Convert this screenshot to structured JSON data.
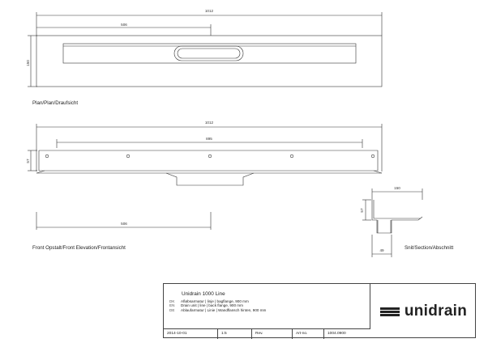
{
  "plan": {
    "dim_total": "1012",
    "dim_half": "506",
    "dim_height": "150",
    "label": "Plan/Plan/Draufsicht"
  },
  "front": {
    "dim_total": "1012",
    "dim_inner": "895",
    "dim_height": "57",
    "dim_half": "506",
    "label": "Front Opstalt/Front Elevation/Frontansicht"
  },
  "section": {
    "dim_width": "150",
    "dim_height": "57",
    "dim_outlet": "49",
    "label": "Snit/Section/Abschnitt"
  },
  "title_block": {
    "title": "Unidrain 1000 Line",
    "lines": [
      {
        "code": "DK",
        "text": "Afløbsarmatur | linje | bagflange, 900 mm"
      },
      {
        "code": "EN",
        "text": "Drain unit | line | back flange, 900 mm"
      },
      {
        "code": "DE",
        "text": "Ablaufarmatur | Linie | Wandflansch hinten, 900 mm"
      }
    ],
    "date": "2014-10-01",
    "scale": "1:5",
    "rev_label": "Rev.",
    "art_label": "Art-no.",
    "art_no": "1004.0900",
    "logo_text": "unidrain"
  }
}
